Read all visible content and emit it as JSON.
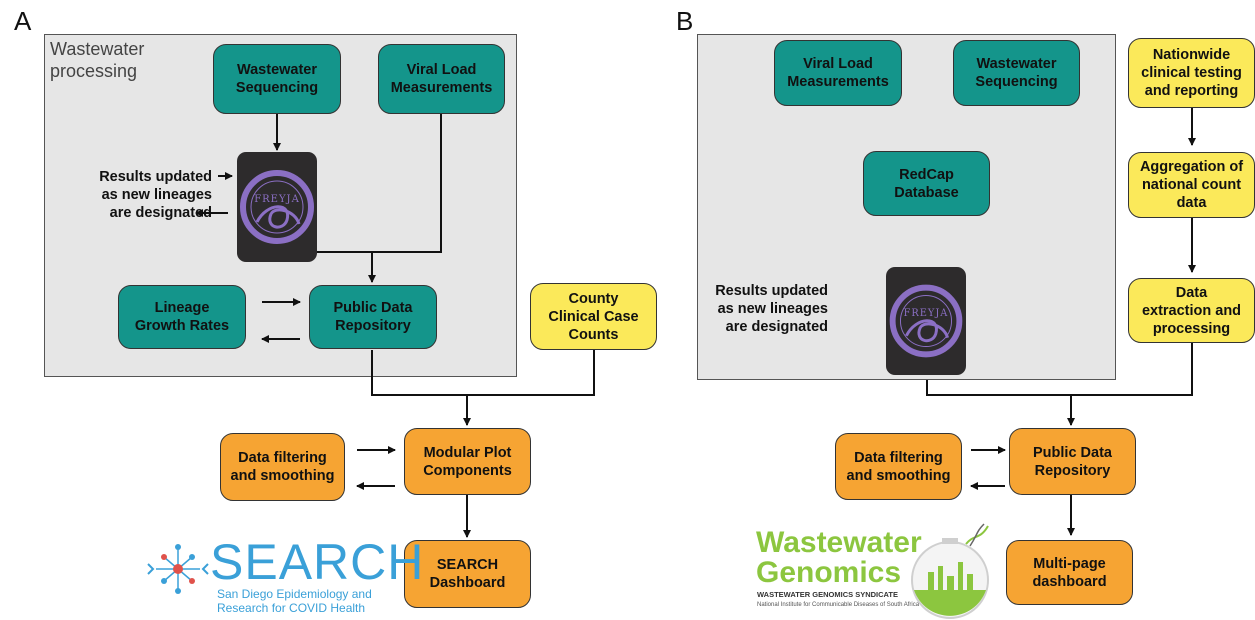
{
  "panel_a": {
    "letter": "A",
    "region_label": "Wastewater\nprocessing",
    "nodes": {
      "wastewater_sequencing": "Wastewater\nSequencing",
      "viral_load": "Viral Load\nMeasurements",
      "lineage_growth": "Lineage\nGrowth Rates",
      "public_repo": "Public Data\nRepository",
      "county_counts": "County\nClinical Case\nCounts",
      "data_filtering": "Data filtering\nand smoothing",
      "modular_plot": "Modular Plot\nComponents",
      "search_dashboard": "SEARCH\nDashboard"
    },
    "note": "Results updated\nas new lineages\nare designated",
    "freyja_label": "FREYJA",
    "logo": {
      "name": "SEARCH",
      "subtitle_line1": "San Diego Epidemiology and",
      "subtitle_line2": "Research for COVID Health"
    }
  },
  "panel_b": {
    "letter": "B",
    "nodes": {
      "viral_load": "Viral Load\nMeasurements",
      "wastewater_sequencing": "Wastewater\nSequencing",
      "redcap": "RedCap\nDatabase",
      "nationwide": "Nationwide\nclinical testing\nand reporting",
      "aggregation": "Aggregation of\nnational count\ndata",
      "extraction": "Data\nextraction and\nprocessing",
      "data_filtering": "Data filtering\nand smoothing",
      "public_repo": "Public Data\nRepository",
      "multipage": "Multi-page\ndashboard"
    },
    "note": "Results updated\nas new lineages\nare designated",
    "freyja_label": "FREYJA",
    "logo": {
      "line1": "Wastewater",
      "line2": "Genomics",
      "syndicate": "WASTEWATER GENOMICS SYNDICATE",
      "institute": "National Institute for Communicable Diseases of South Africa"
    }
  },
  "colors": {
    "teal": "#14958b",
    "yellow": "#fbe95a",
    "orange": "#f6a433",
    "region": "#e6e6e6",
    "freyja_bg": "#2d2b2c",
    "freyja_purple": "#8b6fc4",
    "search_blue": "#3aa0d8",
    "wg_green": "#8cc63f"
  },
  "icons": [
    "freyja-logo-icon",
    "search-network-icon",
    "genomics-flask-icon"
  ]
}
